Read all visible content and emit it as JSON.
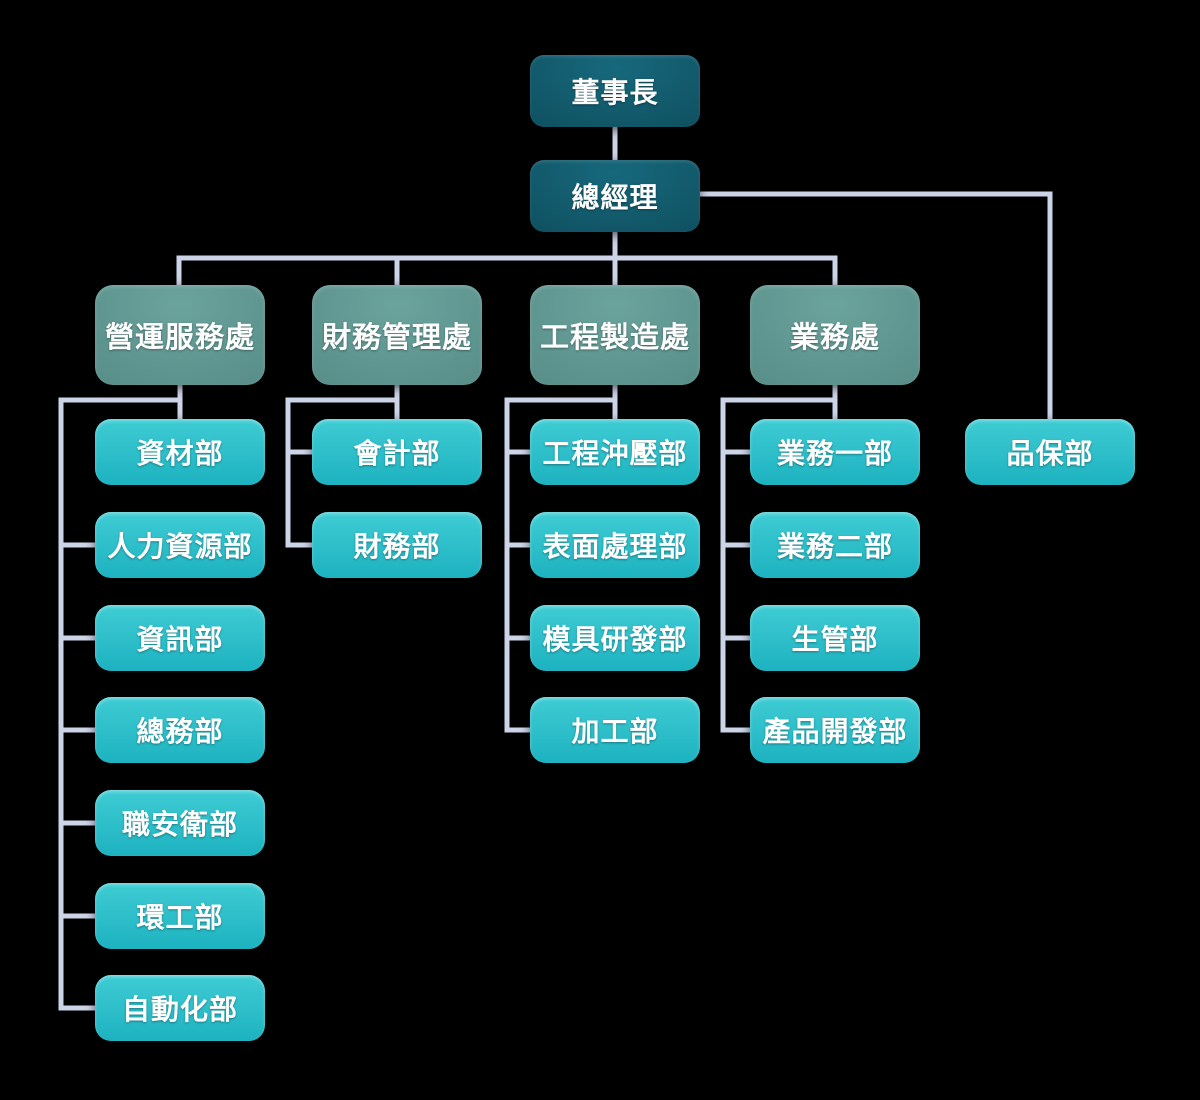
{
  "colors": {
    "bg": "#000000",
    "connector": "#ccd4e8",
    "text": "#ffffff",
    "exec_top": "#17687c",
    "exec_bottom": "#0c4a59",
    "division_top": "#6ba39d",
    "division_bottom": "#4f837e",
    "dept_top": "#3fccd4",
    "dept_bottom": "#1db2c0"
  },
  "executives": {
    "chairman": "董事長",
    "general_manager": "總經理"
  },
  "staff": {
    "qa_department": "品保部"
  },
  "divisions": [
    {
      "label": "營運服務處",
      "departments": [
        "資材部",
        "人力資源部",
        "資訊部",
        "總務部",
        "職安衛部",
        "環工部",
        "自動化部"
      ]
    },
    {
      "label": "財務管理處",
      "departments": [
        "會計部",
        "財務部"
      ]
    },
    {
      "label": "工程製造處",
      "departments": [
        "工程沖壓部",
        "表面處理部",
        "模具研發部",
        "加工部"
      ]
    },
    {
      "label": "業務處",
      "departments": [
        "業務一部",
        "業務二部",
        "生管部",
        "產品開發部"
      ]
    }
  ]
}
